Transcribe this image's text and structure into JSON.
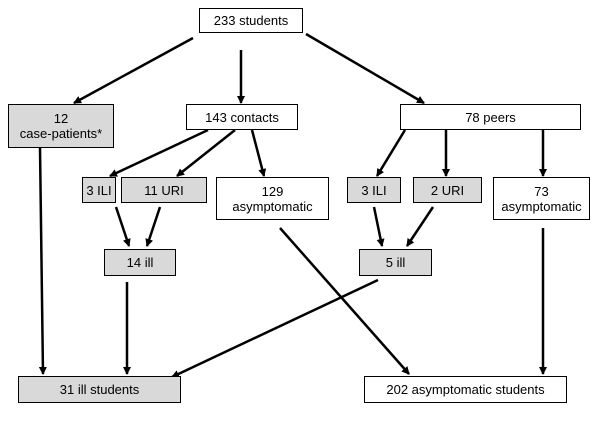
{
  "nodes": {
    "total": {
      "lines": [
        "233 students"
      ],
      "fill": "#ffffff"
    },
    "case_patients": {
      "lines": [
        "12",
        "case-patients*"
      ],
      "fill": "#d9d9d9"
    },
    "contacts": {
      "lines": [
        "143 contacts"
      ],
      "fill": "#ffffff"
    },
    "peers": {
      "lines": [
        "78 peers"
      ],
      "fill": "#ffffff"
    },
    "contacts_ili": {
      "lines": [
        "3 ILI"
      ],
      "fill": "#d9d9d9"
    },
    "contacts_uri": {
      "lines": [
        "11 URI"
      ],
      "fill": "#d9d9d9"
    },
    "contacts_asym": {
      "lines": [
        "129",
        "asymptomatic"
      ],
      "fill": "#ffffff"
    },
    "peers_ili": {
      "lines": [
        "3 ILI"
      ],
      "fill": "#d9d9d9"
    },
    "peers_uri": {
      "lines": [
        "2 URI"
      ],
      "fill": "#d9d9d9"
    },
    "peers_asym": {
      "lines": [
        "73",
        "asymptomatic"
      ],
      "fill": "#ffffff"
    },
    "contacts_ill": {
      "lines": [
        "14 ill"
      ],
      "fill": "#d9d9d9"
    },
    "peers_ill": {
      "lines": [
        "5 ill"
      ],
      "fill": "#d9d9d9"
    },
    "ill_total": {
      "lines": [
        "31 ill students"
      ],
      "fill": "#d9d9d9"
    },
    "asym_total": {
      "lines": [
        "202 asymptomatic students"
      ],
      "fill": "#ffffff"
    }
  },
  "edges": [
    [
      "total",
      "case_patients"
    ],
    [
      "total",
      "contacts"
    ],
    [
      "total",
      "peers"
    ],
    [
      "contacts",
      "contacts_ili"
    ],
    [
      "contacts",
      "contacts_uri"
    ],
    [
      "contacts",
      "contacts_asym"
    ],
    [
      "peers",
      "peers_ili"
    ],
    [
      "peers",
      "peers_uri"
    ],
    [
      "peers",
      "peers_asym"
    ],
    [
      "contacts_ili",
      "contacts_ill"
    ],
    [
      "contacts_uri",
      "contacts_ill"
    ],
    [
      "peers_ili",
      "peers_ill"
    ],
    [
      "peers_uri",
      "peers_ill"
    ],
    [
      "case_patients",
      "ill_total"
    ],
    [
      "contacts_ill",
      "ill_total"
    ],
    [
      "peers_ill",
      "ill_total"
    ],
    [
      "contacts_asym",
      "asym_total"
    ],
    [
      "peers_asym",
      "asym_total"
    ]
  ]
}
